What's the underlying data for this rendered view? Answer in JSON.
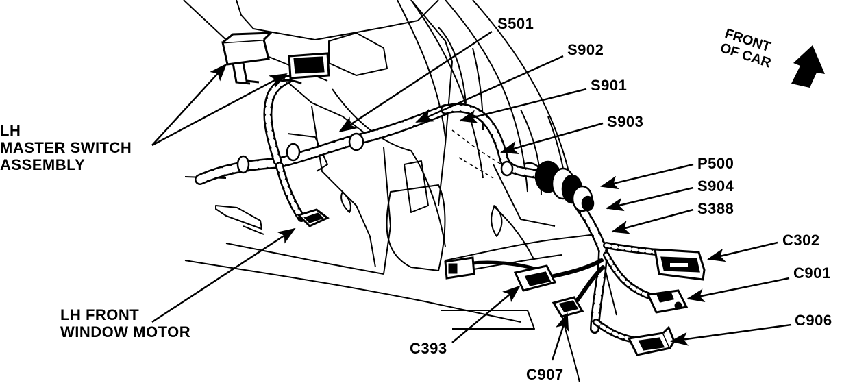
{
  "colors": {
    "ink": "#000000",
    "paper": "#ffffff"
  },
  "front_indicator": {
    "line1": "FRONT",
    "line2": "OF CAR",
    "icon": "front-arrow-icon"
  },
  "labels": {
    "s501": "S501",
    "s902": "S902",
    "s901": "S901",
    "s903": "S903",
    "p500": "P500",
    "s904": "S904",
    "s388": "S388",
    "c302": "C302",
    "c901": "C901",
    "c906": "C906",
    "c907": "C907",
    "c393": "C393",
    "lh_master_switch": {
      "line1": "LH",
      "line2": "MASTER SWITCH",
      "line3": "ASSEMBLY"
    },
    "lh_front_window_motor": {
      "line1": "LH FRONT",
      "line2": "WINDOW MOTOR"
    }
  }
}
